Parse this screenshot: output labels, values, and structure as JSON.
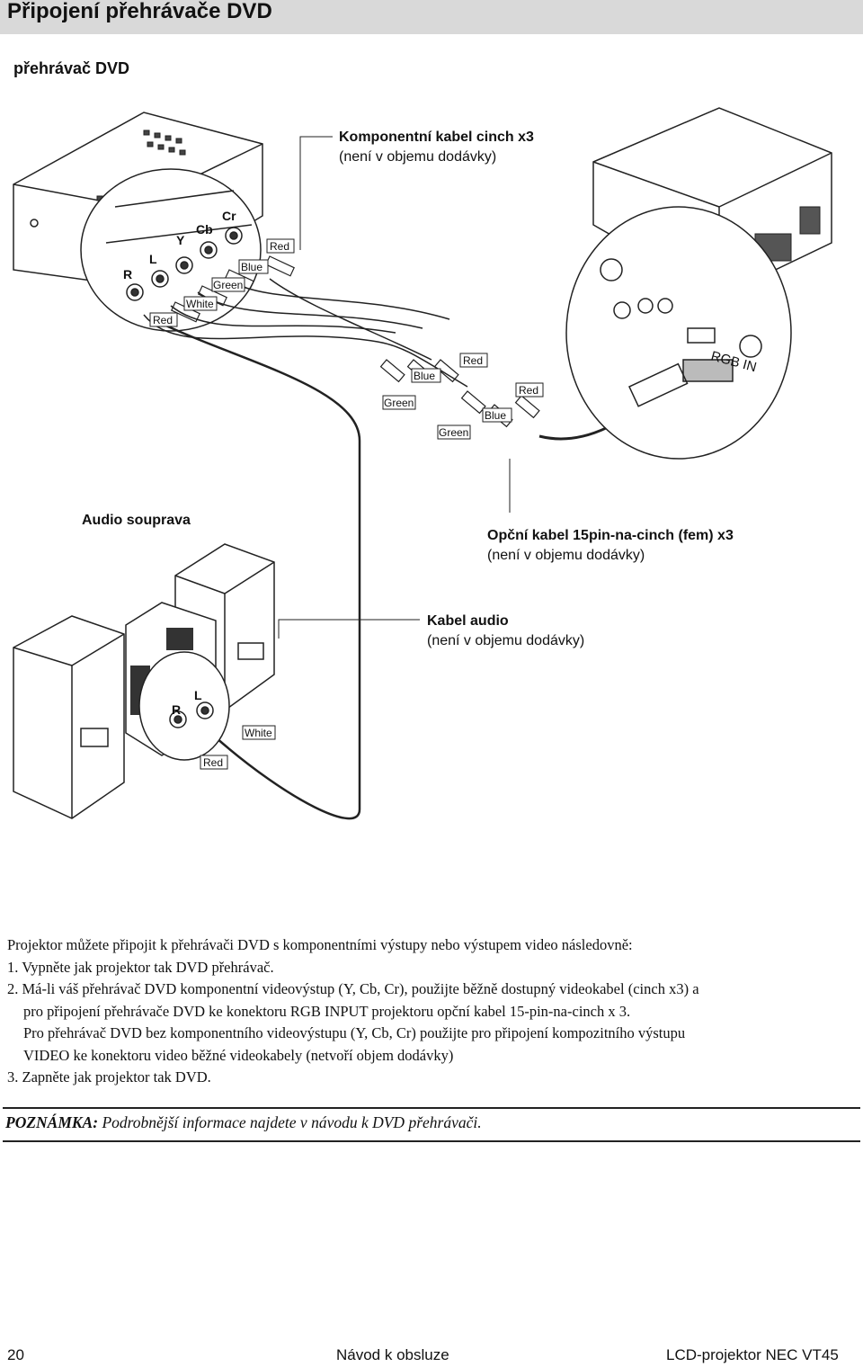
{
  "header": {
    "title": "Připojení přehrávače DVD",
    "subtitle": "přehrávač DVD"
  },
  "diagram": {
    "callouts": {
      "component_cable": [
        "Komponentní kabel cinch x3",
        "(není v objemu dodávky)"
      ],
      "audio_set": "Audio souprava",
      "option_cable": [
        "Opční kabel 15pin-na-cinch (fem)  x3",
        "(není v objemu dodávky)"
      ],
      "audio_cable": [
        "Kabel audio",
        "(není v objemu dodávky)"
      ]
    },
    "labels": {
      "red": "Red",
      "white": "White",
      "green": "Green",
      "blue": "Blue",
      "rgb_in": "RGB IN",
      "y": "Y",
      "cb": "Cb",
      "cr": "Cr",
      "r": "R",
      "l": "L"
    }
  },
  "body": {
    "intro": "Projektor můžete připojit k přehrávači DVD s komponentními výstupy nebo výstupem video následovně:",
    "step1": "1. Vypněte jak projektor tak DVD přehrávač.",
    "step2_line1": "2. Má-li váš přehrávač DVD komponentní videovýstup (Y, Cb, Cr), použijte běžně dostupný videokabel (cinch x3) a",
    "step2_line2": "pro připojení přehrávače DVD ke konektoru RGB INPUT projektoru opční  kabel 15-pin-na-cinch x 3.",
    "step2_line3": "Pro přehrávač DVD bez komponentního videovýstupu (Y, Cb, Cr) použijte pro připojení kompozitního výstupu",
    "step2_line4": "VIDEO ke konektoru video běžné videokabely (netvoří objem dodávky)",
    "step3": "3. Zapněte jak projektor  tak DVD."
  },
  "note": {
    "label": "POZNÁMKA:",
    "text": " Podrobnější informace najdete v návodu k DVD přehrávači."
  },
  "footer": {
    "page_number": "20",
    "center": "Návod k obsluze",
    "right": "LCD-projektor NEC VT45"
  }
}
